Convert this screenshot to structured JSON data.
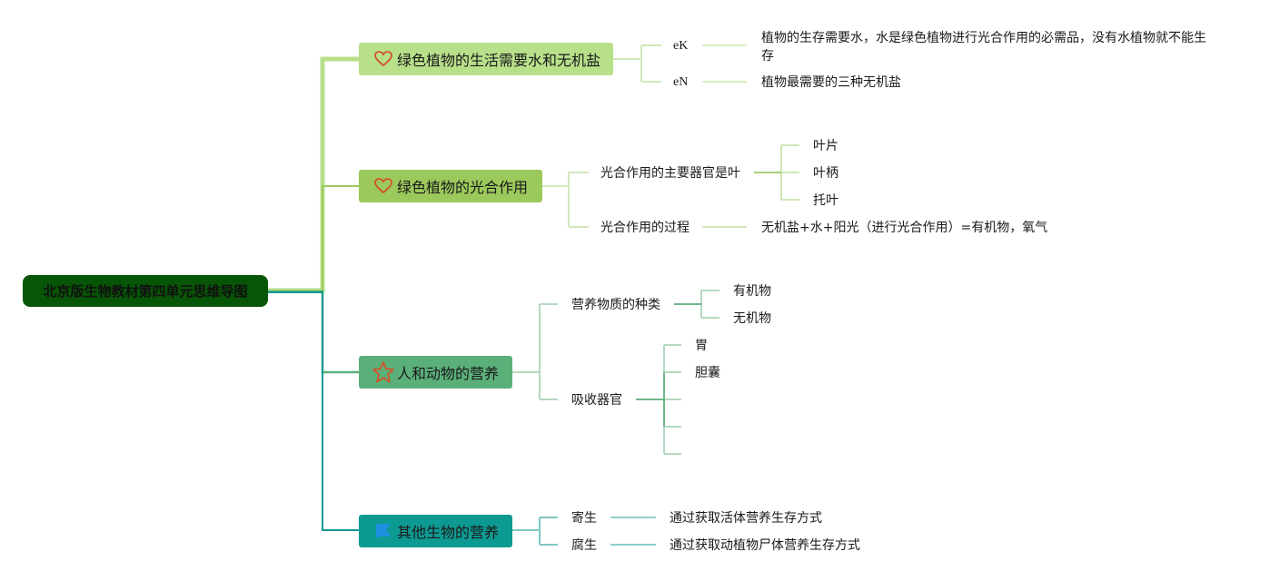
{
  "root": {
    "title": "北京版生物教材第四单元思维导图"
  },
  "colors": {
    "root": "#075506",
    "branch1": "#b8e08a",
    "branch2": "#9cc95c",
    "branch3": "#5bb07a",
    "branch4": "#0d9a92",
    "icon_outline": "#d2532a",
    "flag": "#1e8fe0"
  },
  "branches": [
    {
      "label": "绿色植物的生活需要水和无机盐",
      "icon": "heart-icon",
      "children": [
        {
          "label": "eK",
          "note": "植物的生存需要水，水是绿色植物进行光合作用的必需品，没有水植物就不能生存"
        },
        {
          "label": "eN",
          "note": "植物最需要的三种无机盐"
        }
      ]
    },
    {
      "label": "绿色植物的光合作用",
      "icon": "heart-icon",
      "children": [
        {
          "label": "光合作用的主要器官是叶",
          "items": [
            "叶片",
            "叶柄",
            "托叶"
          ]
        },
        {
          "label": "光合作用的过程",
          "note": "无机盐+水+阳光（进行光合作用）=有机物，氧气"
        }
      ]
    },
    {
      "label": "人和动物的营养",
      "icon": "star-icon",
      "children": [
        {
          "label": "营养物质的种类",
          "items": [
            "有机物",
            "无机物"
          ]
        },
        {
          "label": "吸收器官",
          "items": [
            "胃",
            "胆囊",
            "",
            "",
            ""
          ]
        }
      ]
    },
    {
      "label": "其他生物的营养",
      "icon": "flag-icon",
      "children": [
        {
          "label": "寄生",
          "note": "通过获取活体营养生存方式"
        },
        {
          "label": "腐生",
          "note": "通过获取动植物尸体营养生存方式"
        }
      ]
    }
  ]
}
